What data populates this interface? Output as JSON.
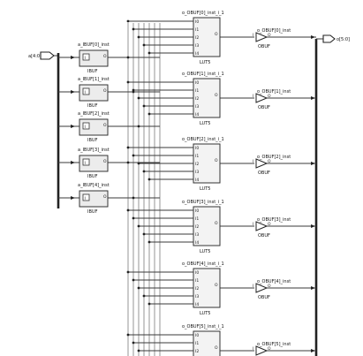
{
  "ports": {
    "input": "a[4:0]",
    "output": "o[5:0]"
  },
  "ibufs": [
    {
      "inst": "a_IBUF[0]_inst",
      "type": "IBUF"
    },
    {
      "inst": "a_IBUF[1]_inst",
      "type": "IBUF"
    },
    {
      "inst": "a_IBUF[2]_inst",
      "type": "IBUF"
    },
    {
      "inst": "a_IBUF[3]_inst",
      "type": "IBUF"
    },
    {
      "inst": "a_IBUF[4]_inst",
      "type": "IBUF"
    }
  ],
  "luts": [
    {
      "inst": "o_OBUF[0]_inst_i_1",
      "type": "LUT5"
    },
    {
      "inst": "o_OBUF[1]_inst_i_1",
      "type": "LUT5"
    },
    {
      "inst": "o_OBUF[2]_inst_i_1",
      "type": "LUT5"
    },
    {
      "inst": "o_OBUF[3]_inst_i_1",
      "type": "LUT5"
    },
    {
      "inst": "o_OBUF[4]_inst_i_1",
      "type": "LUT5"
    },
    {
      "inst": "o_OBUF[5]_inst_i_1",
      "type": "LUT5"
    }
  ],
  "obufs": [
    {
      "inst": "o_OBUF[0]_inst",
      "type": "OBUF"
    },
    {
      "inst": "o_OBUF[1]_inst",
      "type": "OBUF"
    },
    {
      "inst": "o_OBUF[2]_inst",
      "type": "OBUF"
    },
    {
      "inst": "o_OBUF[3]_inst",
      "type": "OBUF"
    },
    {
      "inst": "o_OBUF[4]_inst",
      "type": "OBUF"
    },
    {
      "inst": "o_OBUF[5]_inst",
      "type": "OBUF"
    }
  ],
  "pins": {
    "lut_inputs": [
      "I0",
      "I1",
      "I2",
      "I3",
      "I4"
    ],
    "lut_output": "O",
    "ibuf_in": "I",
    "ibuf_out": "O",
    "obuf_in": "I",
    "obuf_out": "O"
  }
}
